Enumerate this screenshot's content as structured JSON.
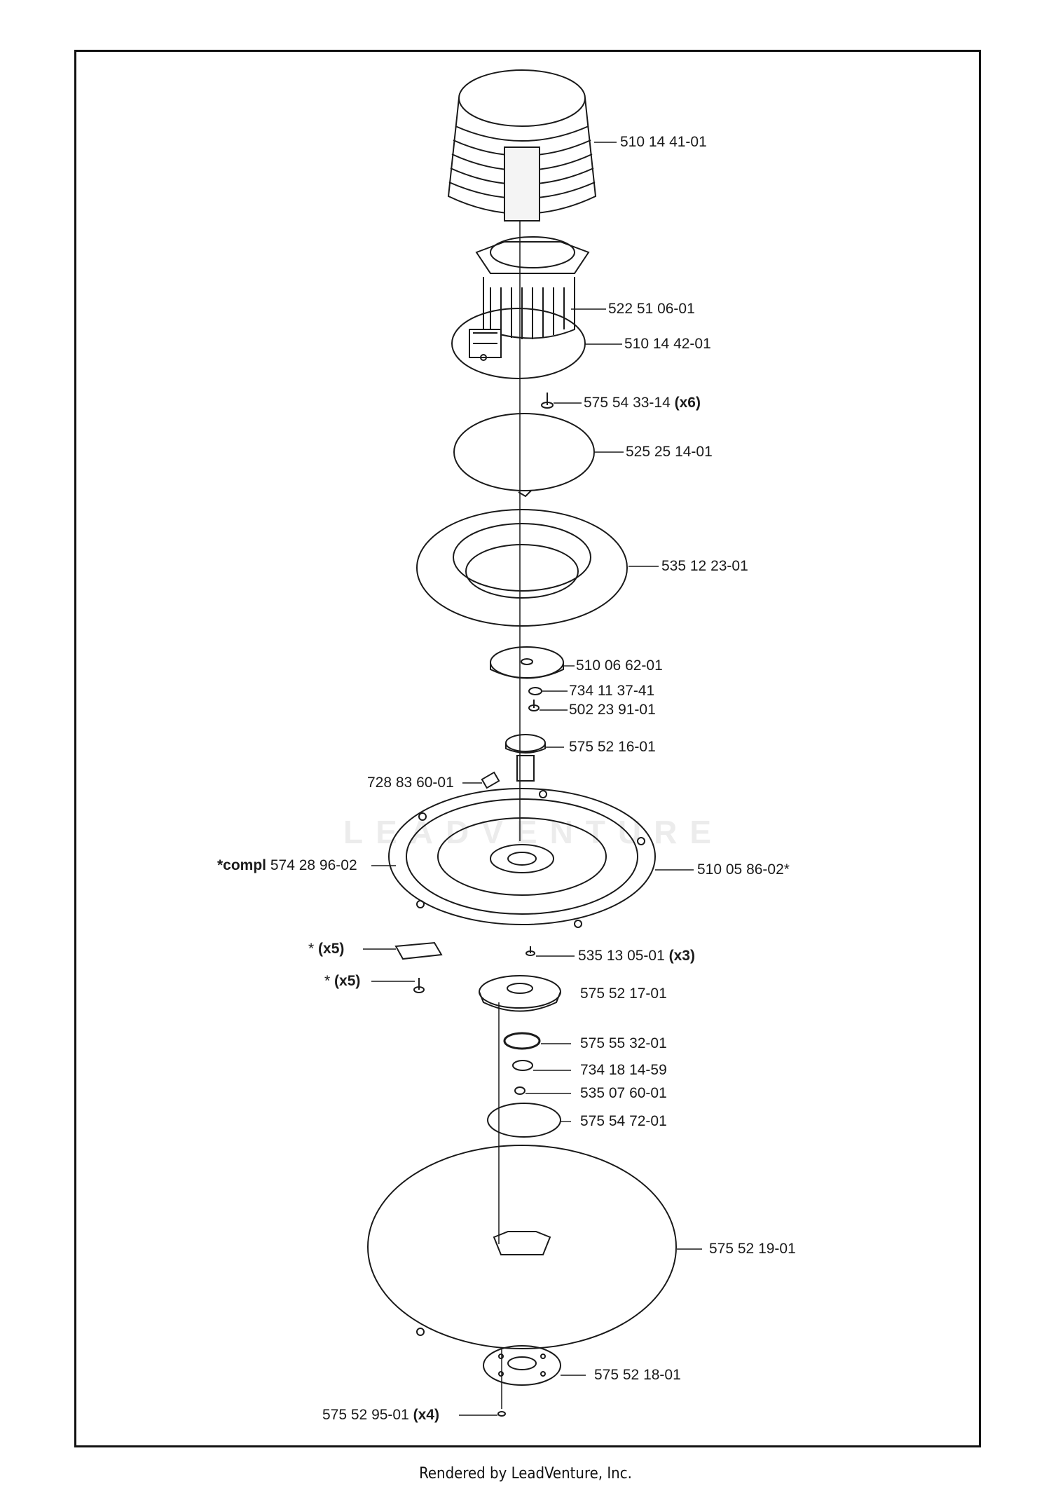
{
  "watermark": "LEADVENTURE",
  "footer": "Rendered by LeadVenture, Inc.",
  "callouts": [
    {
      "id": "c1",
      "part": "510 14 41-01",
      "qty": ""
    },
    {
      "id": "c2",
      "part": "522 51 06-01",
      "qty": ""
    },
    {
      "id": "c3",
      "part": "510 14 42-01",
      "qty": ""
    },
    {
      "id": "c4",
      "part": "575 54 33-14",
      "qty": "(x6)"
    },
    {
      "id": "c5",
      "part": "525 25 14-01",
      "qty": ""
    },
    {
      "id": "c6",
      "part": "535 12 23-01",
      "qty": ""
    },
    {
      "id": "c7",
      "part": "510 06 62-01",
      "qty": ""
    },
    {
      "id": "c8",
      "part": "734 11 37-41",
      "qty": ""
    },
    {
      "id": "c9",
      "part": "502 23 91-01",
      "qty": ""
    },
    {
      "id": "c10",
      "part": "575 52 16-01",
      "qty": ""
    },
    {
      "id": "c11",
      "part": "728 83 60-01",
      "qty": ""
    },
    {
      "id": "c12",
      "prefix": "*compl",
      "part": "574 28 96-02",
      "qty": ""
    },
    {
      "id": "c13",
      "part": "510 05 86-02*",
      "qty": ""
    },
    {
      "id": "c14",
      "part": "*",
      "qty": "(x5)"
    },
    {
      "id": "c15",
      "part": "535 13 05-01",
      "qty": "(x3)"
    },
    {
      "id": "c16",
      "part": "*",
      "qty": "(x5)"
    },
    {
      "id": "c17",
      "part": "575 52 17-01",
      "qty": ""
    },
    {
      "id": "c18",
      "part": "575 55 32-01",
      "qty": ""
    },
    {
      "id": "c19",
      "part": "734 18 14-59",
      "qty": ""
    },
    {
      "id": "c20",
      "part": "535 07 60-01",
      "qty": ""
    },
    {
      "id": "c21",
      "part": "575 54 72-01",
      "qty": ""
    },
    {
      "id": "c22",
      "part": "575 52 19-01",
      "qty": ""
    },
    {
      "id": "c23",
      "part": "575 52 18-01",
      "qty": ""
    },
    {
      "id": "c24",
      "part": "575 52 95-01",
      "qty": "(x4)"
    }
  ]
}
